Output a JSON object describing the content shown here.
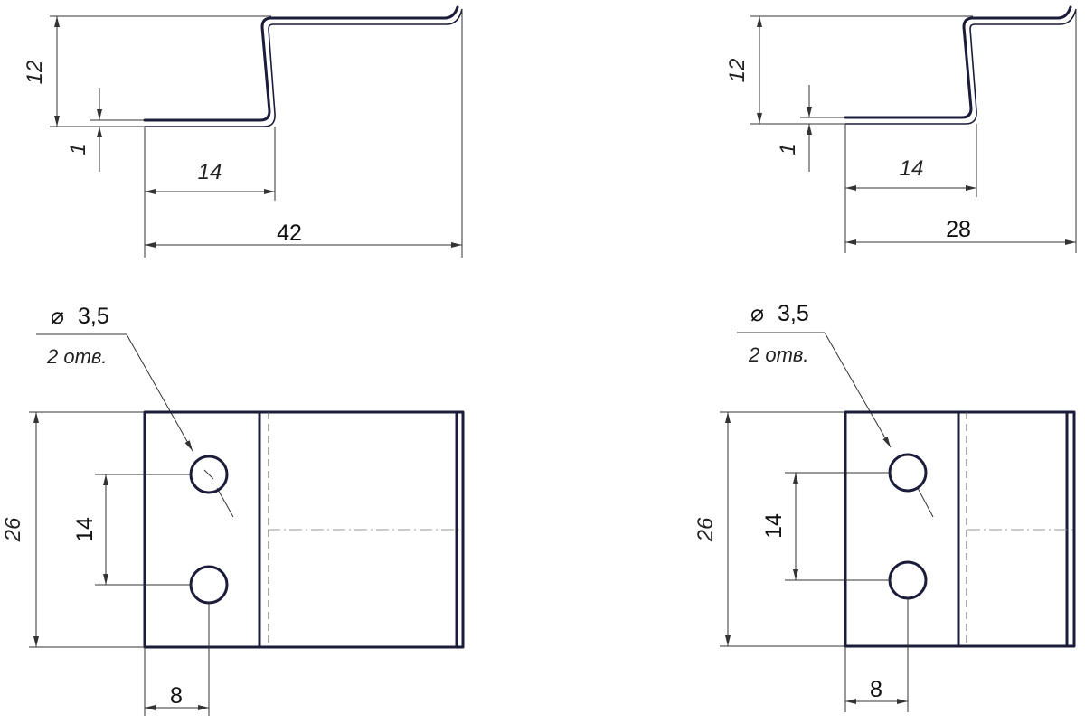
{
  "views": [
    {
      "dims": {
        "height": "12",
        "thickness": "1",
        "flange": "14",
        "length": "42",
        "width": "26",
        "hole_pitch": "14",
        "hole_offset": "8",
        "hole_diameter": "3,5",
        "hole_note": "2 отв."
      }
    },
    {
      "dims": {
        "height": "12",
        "thickness": "1",
        "flange": "14",
        "length": "28",
        "width": "26",
        "hole_pitch": "14",
        "hole_offset": "8",
        "hole_diameter": "3,5",
        "hole_note": "2 отв."
      }
    }
  ],
  "symbols": {
    "diameter": "⌀"
  },
  "colors": {
    "line": "#1a1c3a",
    "dimension": "#333333"
  }
}
